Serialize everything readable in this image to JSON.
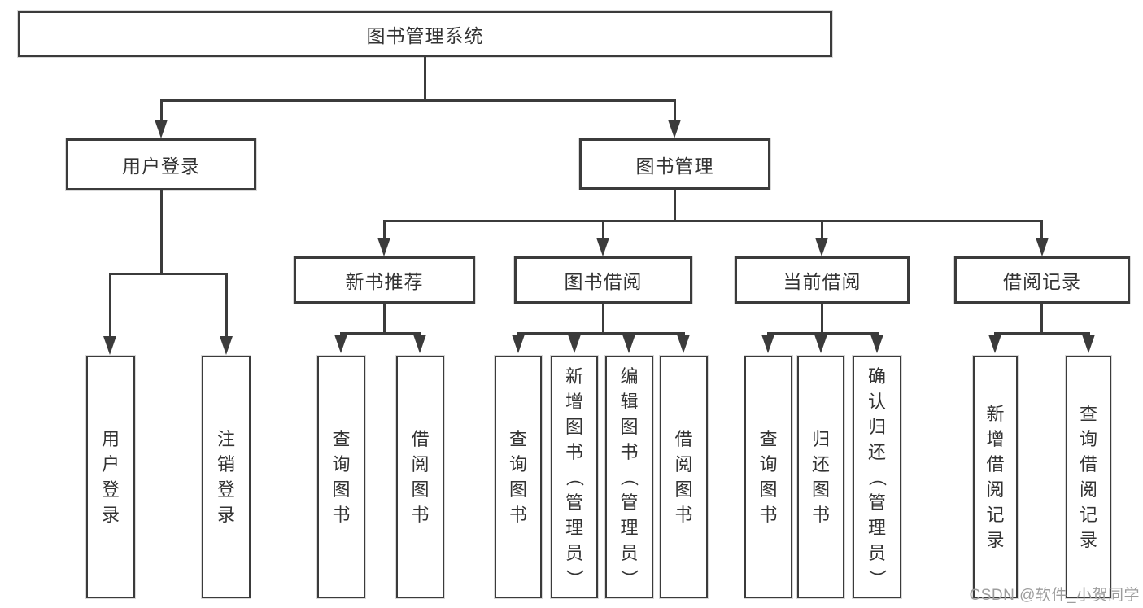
{
  "watermark": "CSDN @软件_小贺同学",
  "colors": {
    "line": "#3b3b3b",
    "text": "#333333",
    "bg": "#ffffff",
    "watermark": "#9d9d9d"
  },
  "tree": {
    "root": {
      "label": "图书管理系统"
    },
    "user_login": {
      "label": "用户登录",
      "children": [
        "用户登录",
        "注销登录"
      ]
    },
    "book_mgmt": {
      "label": "图书管理"
    },
    "new_books": {
      "label": "新书推荐",
      "children": [
        "查询图书",
        "借阅图书"
      ]
    },
    "borrowing": {
      "label": "图书借阅",
      "children": [
        "查询图书",
        "新增图书（管理员）",
        "编辑图书（管理员）",
        "借阅图书"
      ]
    },
    "current": {
      "label": "当前借阅",
      "children": [
        "查询图书",
        "归还图书",
        "确认归还（管理员）"
      ]
    },
    "records": {
      "label": "借阅记录",
      "children": [
        "新增借阅记录",
        "查询借阅记录"
      ]
    }
  }
}
